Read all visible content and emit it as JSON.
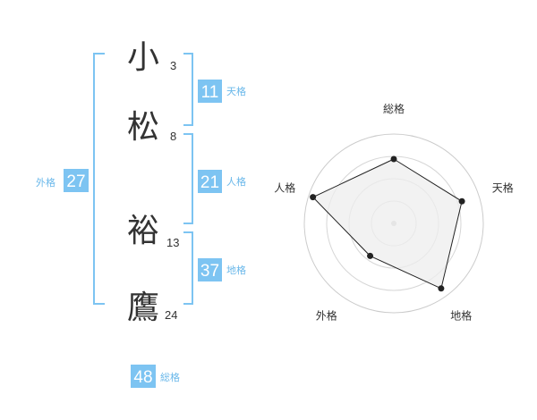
{
  "colors": {
    "accent": "#7dc4f2",
    "bracket": "#7dc4f2",
    "badge_label": "#6ab8ea",
    "text": "#333333",
    "radar_fill": "#eeeeee",
    "radar_ring": "#cccccc",
    "radar_line": "#222222"
  },
  "characters": [
    {
      "char": "小",
      "strokes": "3"
    },
    {
      "char": "松",
      "strokes": "8"
    },
    {
      "char": "裕",
      "strokes": "13"
    },
    {
      "char": "鷹",
      "strokes": "24"
    }
  ],
  "fortunes": {
    "ten": {
      "value": "11",
      "label": "天格"
    },
    "jin": {
      "value": "21",
      "label": "人格"
    },
    "chi": {
      "value": "37",
      "label": "地格"
    },
    "gai": {
      "value": "27",
      "label": "外格"
    },
    "sou": {
      "value": "48",
      "label": "総格"
    }
  },
  "chart_data": {
    "type": "radar",
    "axes": [
      "総格",
      "天格",
      "地格",
      "外格",
      "人格"
    ],
    "values": [
      0.72,
      0.8,
      0.9,
      0.45,
      0.95
    ],
    "max": 1,
    "rings": 4
  }
}
